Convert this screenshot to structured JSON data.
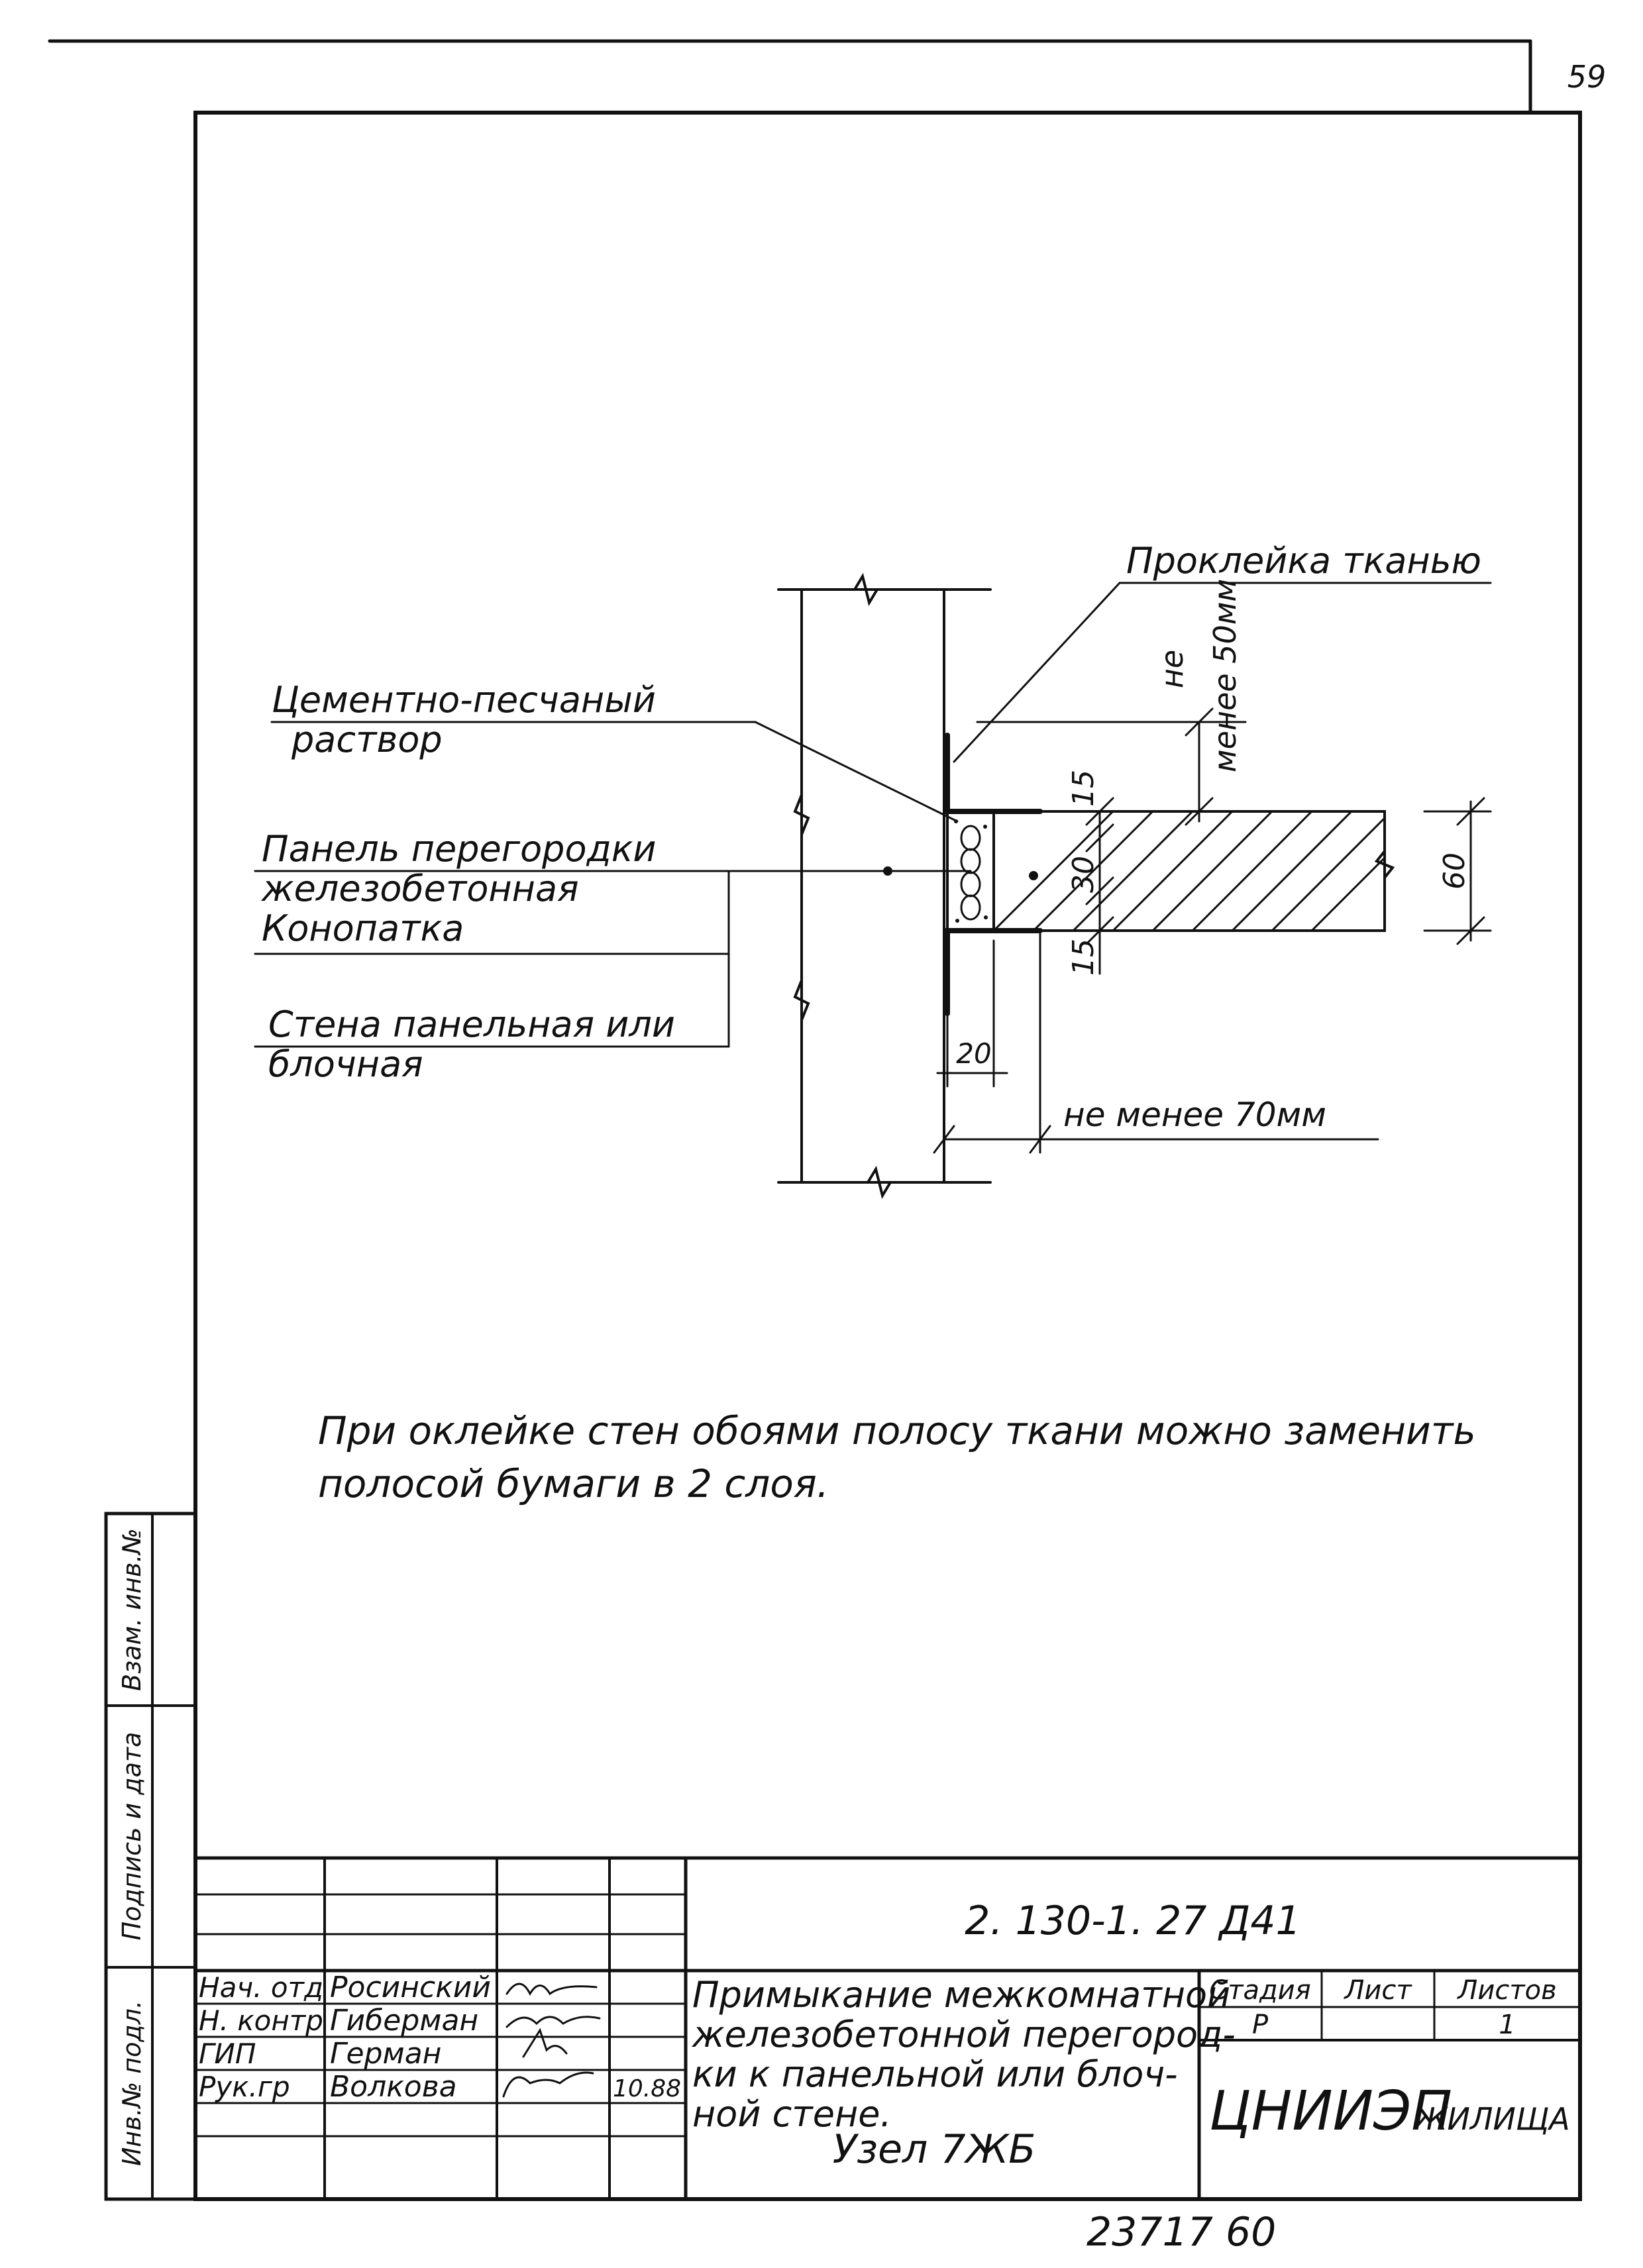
{
  "page_number": "59",
  "labels": {
    "cloth_tape": "Проклейка тканью",
    "mortar_line1": "Цементно-песчаный",
    "mortar_line2": "раствор",
    "panel_line1": "Панель перегородки",
    "panel_line2": "железобетонная",
    "caulk": "Конопатка",
    "wall_line1": "Стена панельная или",
    "wall_line2": "блочная",
    "min50_line1": "не",
    "min50_line2": "менее 50мм",
    "min70": "не менее 70мм"
  },
  "dimensions": {
    "d15_top": "15",
    "d30": "30",
    "d15_bottom": "15",
    "d60": "60",
    "d20": "20"
  },
  "note": {
    "line1": "При оклейке стен обоями полосу ткани можно заменить",
    "line2": "полосой бумаги в 2 слоя."
  },
  "side_stamp": {
    "swap_inv": "Взам. инв.№",
    "sign_date": "Подпись и дата",
    "inv_orig": "Инв.№ подл."
  },
  "title_block": {
    "doc_code": "2. 130-1. 27 Д41",
    "roles": [
      {
        "role": "Нач. отд",
        "name": "Росинский",
        "date": ""
      },
      {
        "role": "Н. контр",
        "name": "Гиберман",
        "date": ""
      },
      {
        "role": "ГИП",
        "name": "Герман",
        "date": ""
      },
      {
        "role": "Рук.гр",
        "name": "Волкова",
        "date": "10.88"
      }
    ],
    "title_line1": "Примыкание межкомнатной",
    "title_line2": "железобетонной перегород-",
    "title_line3": "ки к панельной или блоч-",
    "title_line4": "ной стене.",
    "node": "Узел 7ЖБ",
    "stage_header": "Стадия",
    "sheet_header": "Лист",
    "sheets_header": "Листов",
    "stage_value": "Р",
    "sheet_value": "",
    "sheets_value": "1",
    "org_main": "ЦНИИЭП",
    "org_sub": "ЖИЛИЩА"
  },
  "bottom_number": "23717 60"
}
